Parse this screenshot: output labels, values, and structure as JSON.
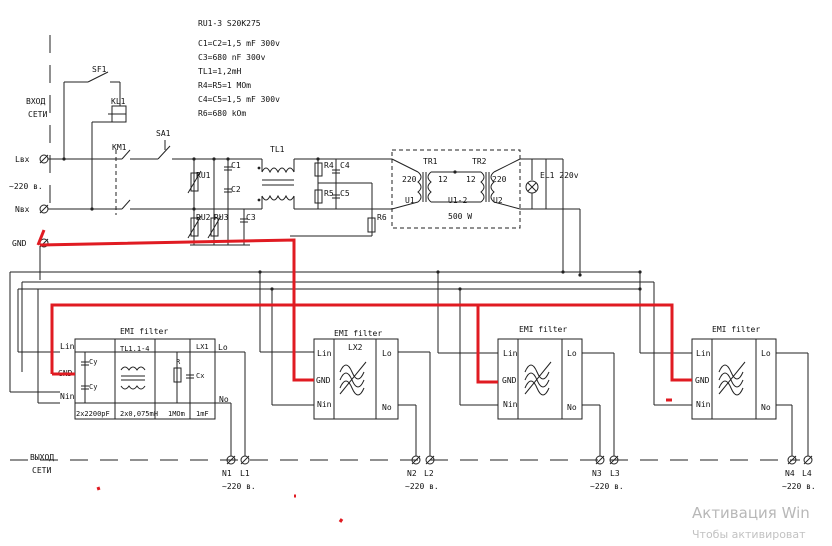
{
  "notes": [
    "RU1-3  S20K275",
    "C1=C2=1,5 mF 300v",
    "C3=680 nF 300v",
    "TL1=1,2mH",
    "R4=R5=1 MOm",
    "C4=C5=1,5 mF 300v",
    "R6=680 kOm"
  ],
  "input": {
    "title_line1": "ВХОД",
    "title_line2": "СЕТИ",
    "lax": "Lвх",
    "nax": "Nвх",
    "gnd": "GND",
    "voltage": "~220 в."
  },
  "output": {
    "title_line1": "ВЫХОД",
    "title_line2": "СЕТИ"
  },
  "components": {
    "sf1": "SF1",
    "kl1": "KL1",
    "km1": "KM1",
    "sa1": "SA1",
    "tl1": "TL1",
    "ru1": "RU1",
    "ru2": "RU2",
    "ru3": "RU3",
    "c1": "C1",
    "c2": "C2",
    "c3": "C3",
    "c4": "C4",
    "c5": "C5",
    "r4": "R4",
    "r5": "R5",
    "r6": "R6",
    "tr1": "TR1",
    "tr2": "TR2",
    "v220a": "220",
    "v12a": "12",
    "v12b": "12",
    "v220b": "220",
    "u1": "U1",
    "u12": "U1-2",
    "u2": "U2",
    "power": "500 W",
    "el1": "EL1 220v"
  },
  "filter1": {
    "title": "EMI filter",
    "lin": "Lin",
    "gnd": "GND",
    "nin": "Nin",
    "lo": "Lo",
    "no": "No",
    "tl": "TL1.1-4",
    "lx": "LX1",
    "cy1": "Cy",
    "cy2": "Cy",
    "r": "R",
    "cx": "Cx",
    "spec1": "2x2200pF",
    "spec2": "2x0,075mH",
    "spec3": "1MOm",
    "spec4": "1mF"
  },
  "filters": [
    {
      "title": "EMI filter",
      "lin": "Lin",
      "gnd": "GND",
      "nin": "Nin",
      "lo": "Lo",
      "no": "No",
      "lx": "LX2"
    },
    {
      "title": "EMI filter",
      "lin": "Lin",
      "gnd": "GND",
      "nin": "Nin",
      "lo": "Lo",
      "no": "No"
    },
    {
      "title": "EMI filter",
      "lin": "Lin",
      "gnd": "GND",
      "nin": "Nin",
      "lo": "Lo",
      "no": "No"
    }
  ],
  "terminals": [
    {
      "n": "N1",
      "l": "L1",
      "v": "~220 в."
    },
    {
      "n": "N2",
      "l": "L2",
      "v": "~220 в."
    },
    {
      "n": "N3",
      "l": "L3",
      "v": "~220 в."
    },
    {
      "n": "N4",
      "l": "L4",
      "v": "~220 в."
    }
  ],
  "watermark": {
    "line1": "Активация Win",
    "line2": "Чтобы активироват"
  },
  "colors": {
    "annotation": "#e01b22",
    "wire": "#222222",
    "watermark": "#b8b8b8"
  }
}
